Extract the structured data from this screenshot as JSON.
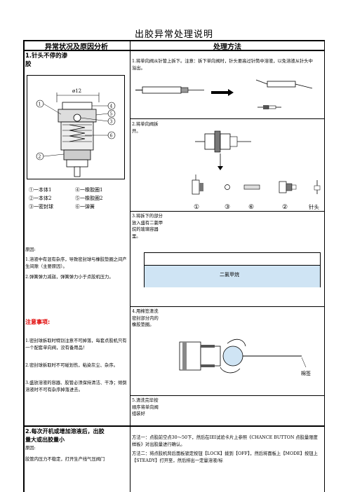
{
  "title": "出胶异常处理说明",
  "header": {
    "left": "异常状况及原因分析",
    "right": "处理方法"
  },
  "section1": {
    "heading_line1": "1.针头不停的渗",
    "heading_line2": "胶",
    "diagram_labels": {
      "dim": "ø12",
      "callouts": [
        "1",
        "2",
        "3",
        "4",
        "5",
        "6"
      ]
    },
    "parts": [
      "①一本体1",
      "④一橡胶圈1",
      "②一本体2",
      "⑤一橡胶圈2",
      "③一密封球",
      "⑥一弹簧"
    ],
    "cause_label": "原因:",
    "causes": [
      "1.溶液中有混有杂序，导致密封球与橡胶垫圈之间产生间隙（主要原因）。",
      "2.弹簧弹力减弱，弹簧弹力小于点胶机压力。"
    ],
    "notice_title": "注意事项:",
    "notices": [
      "1.密封球拆取时特别注意不可掉落，每套点胶机只有一个配套单向阀，没有备用品！",
      "2.密封球拆取时不可碰划伤，粘染灰尘、杂序。",
      "3.盛放溶液的容器、胶管必须保持清洁、干净；倾倒溶液时不可有杂序掉落进去。"
    ],
    "steps": [
      "1.将单向阀从针管上拆下。注意：拆下单向阀时，针头要高过针筒中溶液，以免溶液从针头中溢出。",
      "2.将单向阀拆开。",
      "3.将拆下的部分放入盛有二氯甲烷的玻璃容器里。",
      "4.用棉签清洗密封部分内的橡胶垫圈。",
      "5.清洗完毕按顺序将单向阀组装好"
    ],
    "step2_labels": [
      "①",
      "③",
      "⑥",
      "②",
      "针头"
    ],
    "step3_liquid": "二氯甲烷",
    "step4_label": "棉签"
  },
  "section2": {
    "heading_line1": "2.每次开机或增加溶液后，出胶",
    "heading_line2": "量大或出胶量小",
    "cause_label": "原因:",
    "cause_text": "胶管内压力不稳定，打开生产线气压阀门",
    "method1": "方法一：点胶前空点30～50下，然后在IEI试验卡片上参照《CHANCE BUTTON 点胶量限度样板》对出胶量进行确认。",
    "method2": "方法二：将点胶机背后面板锁定按钮【LOCK】拨到【OFF】，然后将面板上【MODE】按钮上【STEADY】打开至，然后排出一定量溶液/标"
  }
}
